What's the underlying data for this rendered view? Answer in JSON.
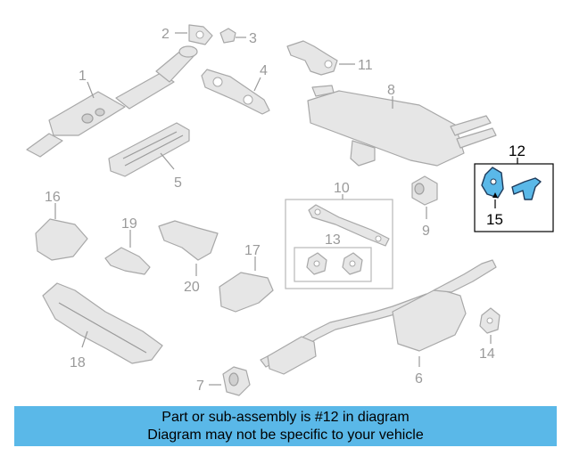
{
  "callouts": {
    "c1": "1",
    "c2": "2",
    "c3": "3",
    "c4": "4",
    "c5": "5",
    "c6": "6",
    "c7": "7",
    "c8": "8",
    "c9": "9",
    "c10": "10",
    "c11": "11",
    "c12": "12",
    "c13": "13",
    "c14": "14",
    "c15": "15",
    "c16": "16",
    "c17": "17",
    "c18": "18",
    "c19": "19",
    "c20": "20"
  },
  "highlight": {
    "part": "12",
    "color": "#5ab8e8"
  },
  "banner": {
    "line1": "Part or sub-assembly is #12 in diagram",
    "line2": "Diagram may not be specific to your vehicle",
    "background": "#5ab8e8"
  }
}
